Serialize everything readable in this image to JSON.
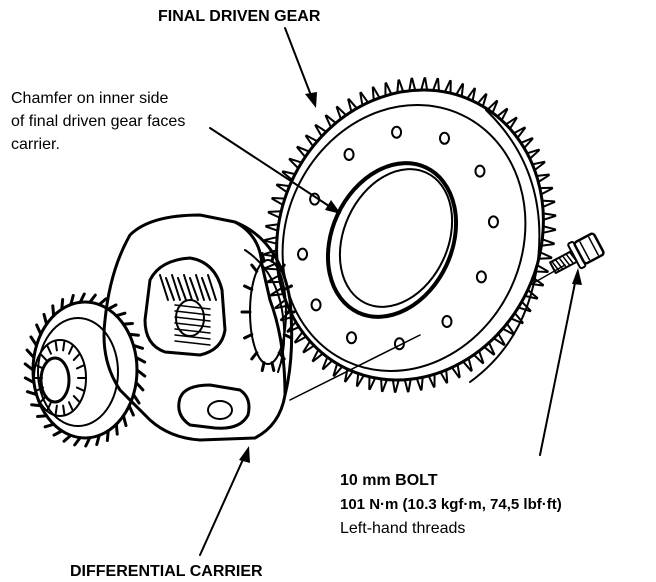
{
  "labels": {
    "final_driven_gear": "FINAL DRIVEN GEAR",
    "chamfer_note": {
      "line1": "Chamfer on inner side",
      "line2": "of final driven gear faces",
      "line3": "carrier."
    },
    "bolt": {
      "line1": "10 mm BOLT",
      "line2": "101 N·m (10.3 kgf·m, 74,5 lbf·ft)",
      "line3": "Left-hand threads"
    },
    "differential_carrier": "DIFFERENTIAL CARRIER"
  },
  "colors": {
    "ink": "#000000",
    "paper": "#ffffff"
  }
}
